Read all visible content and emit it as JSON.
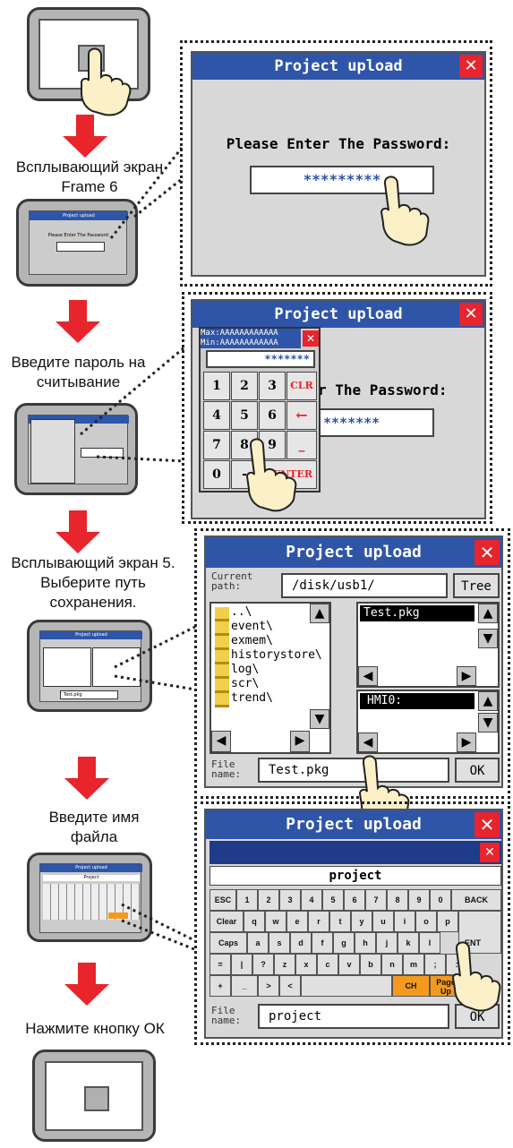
{
  "captions": {
    "step2": "Всплывающий экран Frame 6",
    "step3": "Введите пароль на считывание",
    "step4": "Всплывающий экран 5. Выберите путь сохранения.",
    "step5": "Введите имя файла",
    "step6": "Нажмите кнопку ОК"
  },
  "password_window": {
    "title": "Project upload",
    "close": "✕",
    "prompt": "Please Enter The Password:",
    "masked": "*********"
  },
  "keypad_window": {
    "title": "Project upload",
    "close": "✕",
    "max_label": "Max:AAAAAAAAAAAA",
    "min_label": "Min:AAAAAAAAAAAA",
    "display": "*******",
    "prompt_partial": "r The Password:",
    "masked": "*******",
    "keys": [
      "1",
      "2",
      "3",
      "CLR",
      "4",
      "5",
      "6",
      "←",
      "7",
      "8",
      "9",
      "_",
      "0",
      "-",
      "",
      "ENTER"
    ]
  },
  "path_window": {
    "title": "Project upload",
    "close": "✕",
    "current_path_label": "Current path:",
    "current_path": "/disk/usb1/",
    "tree_button": "Tree",
    "folders": [
      "..\\",
      "event\\",
      "exmem\\",
      "historystore\\",
      "log\\",
      "scr\\",
      "trend\\"
    ],
    "files": [
      "Test.pkg"
    ],
    "devices": [
      "HMI0:"
    ],
    "file_name_label": "File name:",
    "file_name": "Test.pkg",
    "ok": "OK"
  },
  "keyboard_window": {
    "title": "Project upload",
    "close": "✕",
    "inner_close": "✕",
    "entry": "project",
    "row1": [
      "ESC",
      "1",
      "2",
      "3",
      "4",
      "5",
      "6",
      "7",
      "8",
      "9",
      "0",
      "BACK"
    ],
    "row2": [
      "Clear",
      "q",
      "w",
      "e",
      "r",
      "t",
      "y",
      "u",
      "i",
      "o",
      "p"
    ],
    "row3": [
      "Caps",
      "a",
      "s",
      "d",
      "f",
      "g",
      "h",
      "j",
      "k",
      "l",
      "ENT"
    ],
    "row4": [
      "=",
      "|",
      "?",
      "z",
      "x",
      "c",
      "v",
      "b",
      "n",
      "m",
      ";",
      ":"
    ],
    "row5": [
      "+",
      "_",
      ">",
      "<",
      "CH",
      "Page Up"
    ],
    "file_name_label": "File name:",
    "file_name": "project",
    "ok": "OK"
  },
  "thumbs": {
    "frame6_title": "Project upload",
    "frame6_prompt": "Please Enter The Password:",
    "frame5_title": "Project upload",
    "kbd_title": "Project upload",
    "kbd_entry": "Project",
    "path_file": "Test.pkg"
  },
  "colors": {
    "title_blue": "#2e55a8",
    "close_red": "#e8242c",
    "arrow_red": "#e8242c",
    "key_orange": "#f39a1e"
  }
}
